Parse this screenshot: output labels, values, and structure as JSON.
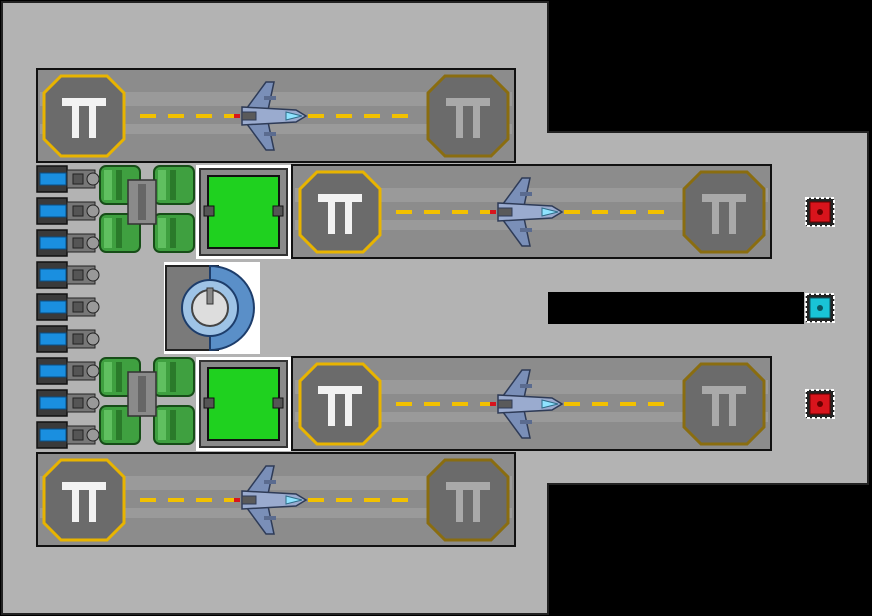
{
  "scene": {
    "type": "space-station-hangar-top-down",
    "colors": {
      "background": "#000000",
      "hull": "#b3b3b3",
      "runway": "#8c8c8c",
      "runway_stripe": "#9a9a9a",
      "dash": "#f2c100",
      "pad_active_border": "#e8b400",
      "pad_inactive_border": "#8a6d10",
      "pad_fill": "#6b6b6b",
      "reactor_screen": "#1fd11f",
      "tank": "#3fa040",
      "battery": "#1a8fe0",
      "light_red": "#d8141c",
      "light_cyan": "#19c3d6"
    },
    "runways": [
      {
        "id": "runway-1",
        "ship": "fighter-ship"
      },
      {
        "id": "runway-2",
        "ship": "fighter-ship"
      },
      {
        "id": "runway-3",
        "ship": "fighter-ship"
      },
      {
        "id": "runway-4",
        "ship": "fighter-ship"
      }
    ],
    "icons": {
      "landing_pad": "landing-pad-icon",
      "ship": "fighter-ship-icon",
      "battery": "battery-cell-icon",
      "tank": "fuel-tank-icon",
      "reactor": "reactor-icon",
      "core": "shield-core-icon",
      "light": "beacon-light-icon"
    },
    "beacons": [
      "red",
      "cyan",
      "red"
    ],
    "battery_count": 9
  }
}
